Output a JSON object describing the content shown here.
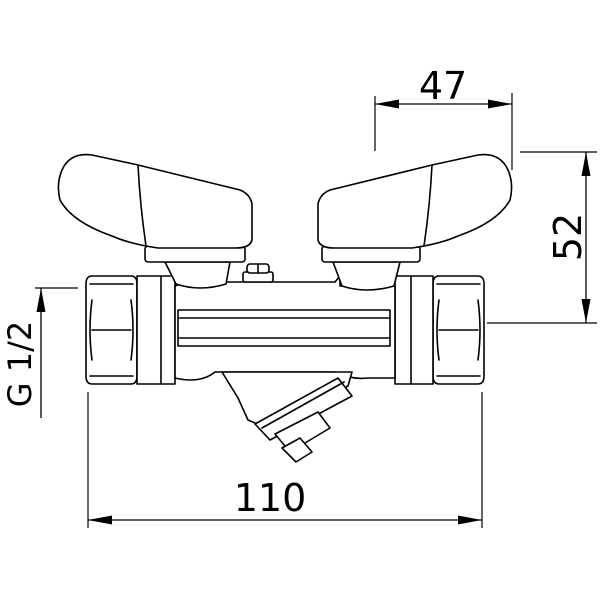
{
  "dimensions": {
    "width_47": "47",
    "height_52": "52",
    "thread_g12": "G 1/2",
    "length_110": "110"
  }
}
